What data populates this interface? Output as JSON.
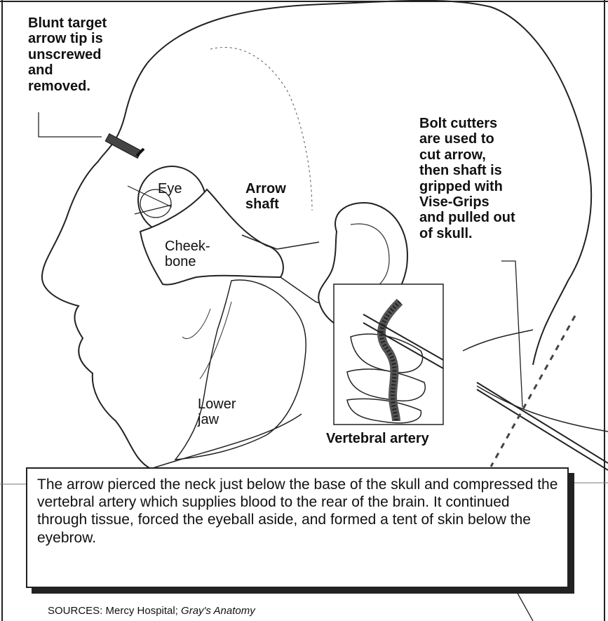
{
  "labels": {
    "tip_removed": "Blunt target\narrow tip is\nunscrewed\nand\nremoved.",
    "eye": "Eye",
    "arrow_shaft": "Arrow\nshaft",
    "cheekbone": "Cheek-\nbone",
    "lower_jaw": "Lower\njaw",
    "bolt_cutters": "Bolt cutters\nare used to\ncut arrow,\nthen shaft is\ngripped with\nVise-Grips\nand pulled out\nof skull.",
    "vertebral_artery": "Vertebral artery"
  },
  "caption": "The arrow pierced the neck just below the base of the skull and compressed the vertebral artery which supplies blood to the rear of the brain.  It continued through tissue, forced the eyeball aside, and formed a tent of skin below the eyebrow.",
  "sources": {
    "prefix": "SOURCES:  Mercy Hospital;",
    "italic": "Gray's Anatomy"
  }
}
